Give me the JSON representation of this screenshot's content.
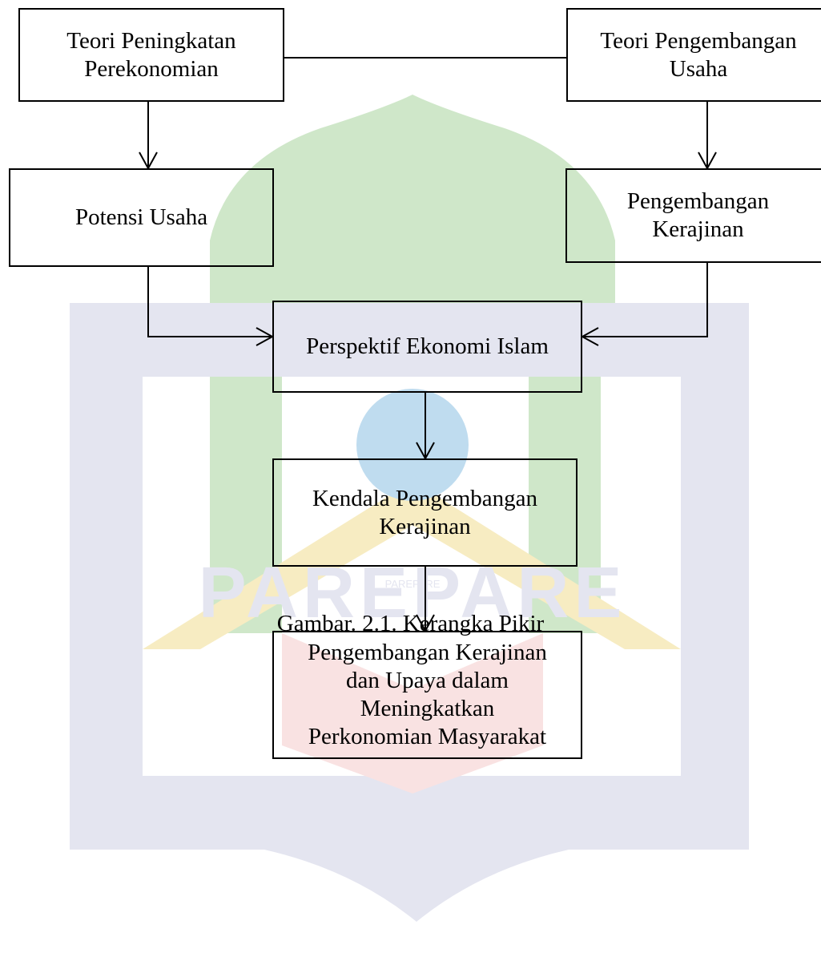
{
  "diagram": {
    "nodes": {
      "teori_peningkatan": "Teori Peningkatan\nPerekonomian",
      "teori_pengembangan": "Teori Pengembangan\nUsaha",
      "potensi_usaha": "Potensi Usaha",
      "pengembangan_kerajinan": "Pengembangan\nKerajinan",
      "perspektif": "Perspektif Ekonomi Islam",
      "kendala": "Kendala Pengembangan\nKerajinan",
      "hasil": "Pengembangan Kerajinan\ndan Upaya dalam\nMeningkatkan\nPerkonomian Masyarakat"
    },
    "edges": [
      {
        "from": "teori_peningkatan",
        "to": "teori_pengembangan",
        "arrow": false
      },
      {
        "from": "teori_peningkatan",
        "to": "potensi_usaha",
        "arrow": true
      },
      {
        "from": "teori_pengembangan",
        "to": "pengembangan_kerajinan",
        "arrow": true
      },
      {
        "from": "potensi_usaha",
        "to": "perspektif",
        "arrow": true
      },
      {
        "from": "pengembangan_kerajinan",
        "to": "perspektif",
        "arrow": true
      },
      {
        "from": "perspektif",
        "to": "kendala",
        "arrow": true
      },
      {
        "from": "kendala",
        "to": "hasil",
        "arrow": true
      }
    ],
    "caption": "Gambar. 2.1. Kerangka Pikir"
  },
  "watermark": {
    "text": "PAREPARE",
    "small_text": "PAREPARE",
    "colors": {
      "green": "#cfe7c9",
      "gold": "#f7ecc2",
      "navy": "#e4e5f0",
      "red": "#f9e2e2",
      "blue": "#bfdcef"
    }
  }
}
